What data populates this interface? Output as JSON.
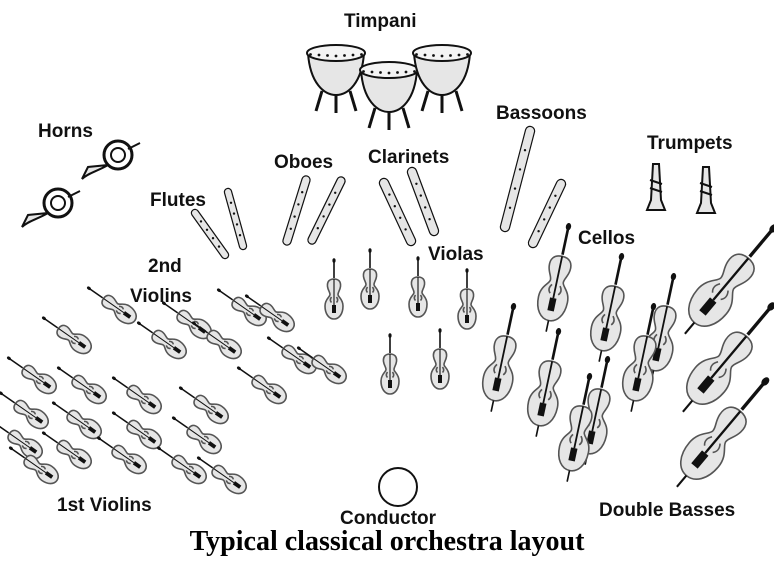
{
  "diagram": {
    "caption": "Typical classical orchestra layout",
    "sections": {
      "timpani": "Timpani",
      "horns": "Horns",
      "flutes": "Flutes",
      "oboes": "Oboes",
      "clarinets": "Clarinets",
      "bassoons": "Bassoons",
      "trumpets": "Trumpets",
      "second_violins_line1": "2nd",
      "second_violins_line2": "Violins",
      "violas": "Violas",
      "cellos": "Cellos",
      "first_violins": "1st Violins",
      "conductor": "Conductor",
      "double_basses": "Double Basses"
    },
    "instrument_counts": {
      "timpani": 3,
      "horns": 2,
      "flutes": 2,
      "oboes": 2,
      "clarinets": 2,
      "bassoons": 2,
      "trumpets": 2,
      "second_violins": 10,
      "violas": 6,
      "cellos": 8,
      "first_violins": 14,
      "double_basses": 3,
      "conductor": 1
    },
    "colors": {
      "ink": "#111111",
      "instrument_fill": "#e6e6e6",
      "body_outline": "#555555",
      "background": "#ffffff"
    }
  }
}
